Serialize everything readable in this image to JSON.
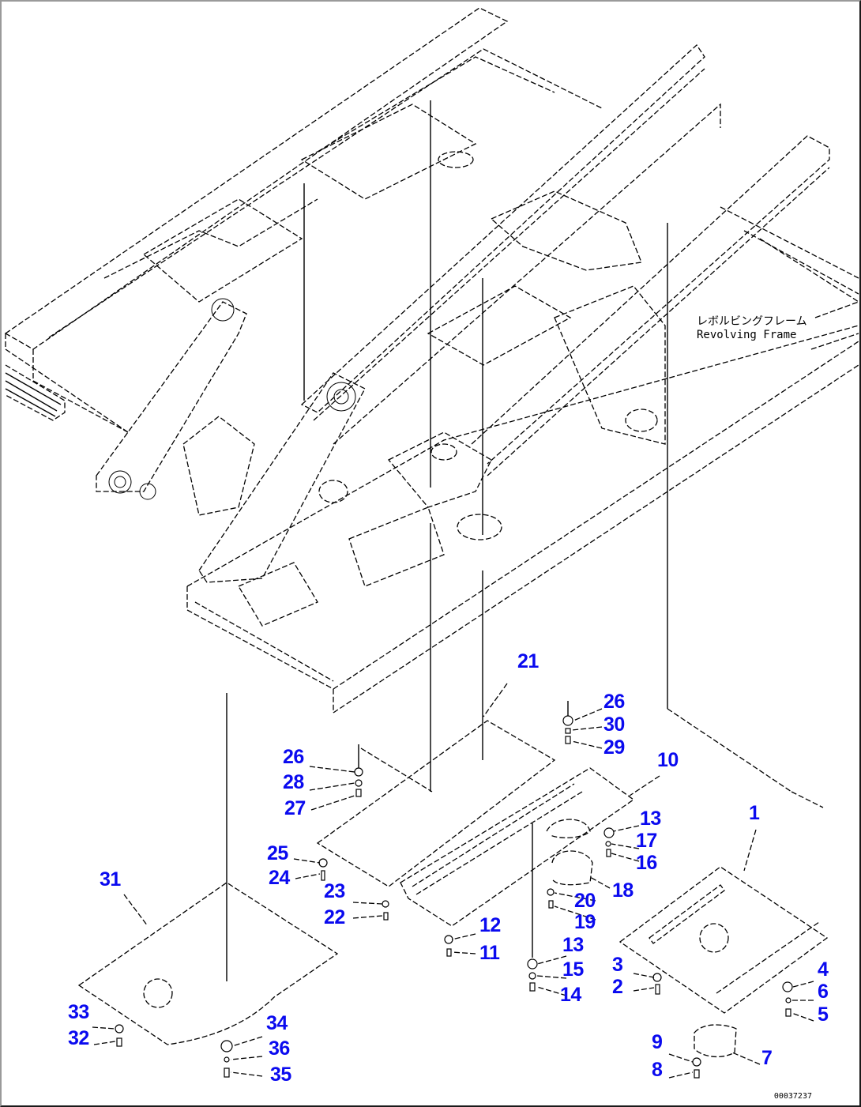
{
  "diagram": {
    "title_jp": "レボルビングフレーム",
    "title_en": "Revolving Frame",
    "document_id": "00037237",
    "label_color": "#0a0aef",
    "parts": [
      {
        "id": "p1",
        "label": "1"
      },
      {
        "id": "p2",
        "label": "2"
      },
      {
        "id": "p3",
        "label": "3"
      },
      {
        "id": "p4",
        "label": "4"
      },
      {
        "id": "p5",
        "label": "5"
      },
      {
        "id": "p6",
        "label": "6"
      },
      {
        "id": "p7",
        "label": "7"
      },
      {
        "id": "p8",
        "label": "8"
      },
      {
        "id": "p9",
        "label": "9"
      },
      {
        "id": "p10",
        "label": "10"
      },
      {
        "id": "p11",
        "label": "11"
      },
      {
        "id": "p12",
        "label": "12"
      },
      {
        "id": "p13a",
        "label": "13"
      },
      {
        "id": "p13b",
        "label": "13"
      },
      {
        "id": "p14",
        "label": "14"
      },
      {
        "id": "p15",
        "label": "15"
      },
      {
        "id": "p16",
        "label": "16"
      },
      {
        "id": "p17",
        "label": "17"
      },
      {
        "id": "p18",
        "label": "18"
      },
      {
        "id": "p19",
        "label": "19"
      },
      {
        "id": "p20",
        "label": "20"
      },
      {
        "id": "p21",
        "label": "21"
      },
      {
        "id": "p22",
        "label": "22"
      },
      {
        "id": "p23",
        "label": "23"
      },
      {
        "id": "p24",
        "label": "24"
      },
      {
        "id": "p25",
        "label": "25"
      },
      {
        "id": "p26a",
        "label": "26"
      },
      {
        "id": "p26b",
        "label": "26"
      },
      {
        "id": "p27",
        "label": "27"
      },
      {
        "id": "p28",
        "label": "28"
      },
      {
        "id": "p29",
        "label": "29"
      },
      {
        "id": "p30",
        "label": "30"
      },
      {
        "id": "p31",
        "label": "31"
      },
      {
        "id": "p32",
        "label": "32"
      },
      {
        "id": "p33",
        "label": "33"
      },
      {
        "id": "p34",
        "label": "34"
      },
      {
        "id": "p35",
        "label": "35"
      },
      {
        "id": "p36",
        "label": "36"
      }
    ]
  }
}
